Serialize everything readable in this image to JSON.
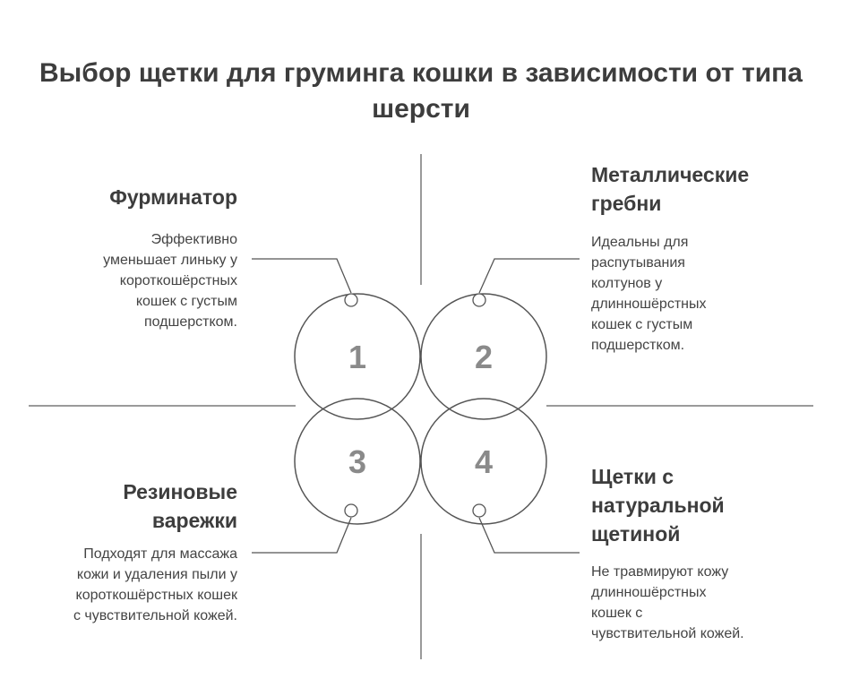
{
  "title": "Выбор щетки для груминга кошки в зависимости от типа шерсти",
  "quadrants": [
    {
      "number": "1",
      "heading": [
        "Фурминатор"
      ],
      "description": [
        "Эффективно",
        "уменьшает линьку у",
        "короткошёрстных",
        "кошек с густым",
        "подшерстком."
      ]
    },
    {
      "number": "2",
      "heading": [
        "Металлические",
        "гребни"
      ],
      "description": [
        "Идеальны для",
        "распутывания",
        "колтунов у",
        "длинношёрстных",
        "кошек с густым",
        "подшерстком."
      ]
    },
    {
      "number": "3",
      "heading": [
        "Резиновые",
        "варежки"
      ],
      "description": [
        "Подходят для массажа",
        "кожи и удаления пыли у",
        "короткошёрстных кошек",
        "с чувствительной кожей."
      ]
    },
    {
      "number": "4",
      "heading": [
        "Щетки с",
        "натуральной",
        "щетиной"
      ],
      "description": [
        "Не травмируют кожу",
        "длинношёрстных",
        "кошек с",
        "чувствительной кожей."
      ]
    }
  ],
  "colors": {
    "line": "#9a9a9a",
    "circle": "#555555",
    "text": "#3d3d3d",
    "number": "#8a8a8a"
  }
}
